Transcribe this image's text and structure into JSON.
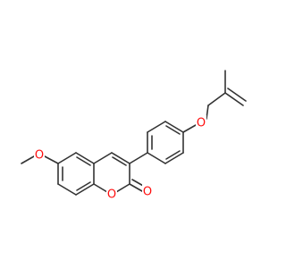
{
  "molecule": {
    "atoms": [
      {
        "id": "o_methoxy",
        "symbol": "O",
        "color": "#ff0d0d"
      },
      {
        "id": "o_ring",
        "symbol": "O",
        "color": "#ff0d0d"
      },
      {
        "id": "o_carbonyl",
        "symbol": "O",
        "color": "#ff0d0d"
      },
      {
        "id": "o_ether",
        "symbol": "O",
        "color": "#ff0d0d"
      }
    ],
    "bond_color": "#333333",
    "background": "#ffffff"
  }
}
